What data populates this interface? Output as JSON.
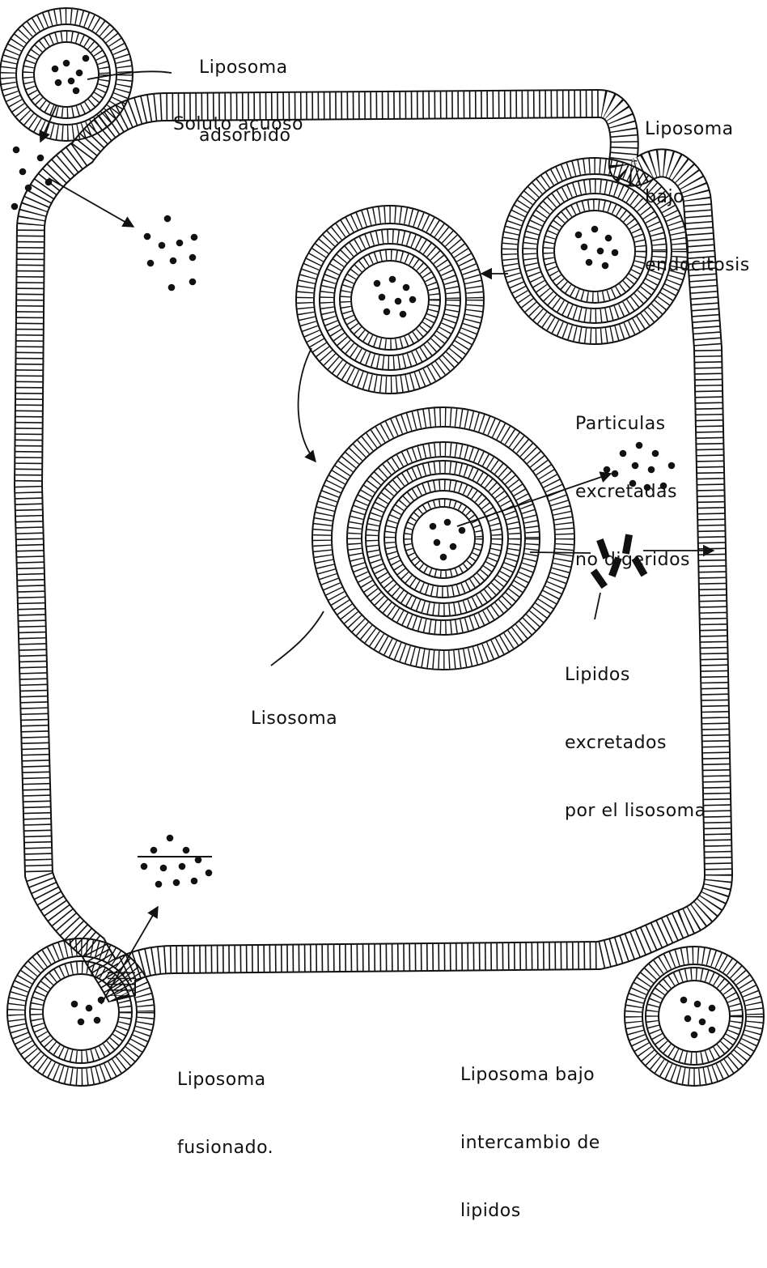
{
  "labels": {
    "liposoma_adsorbido": [
      "Liposoma",
      "adsorbido"
    ],
    "soluto_acuoso": "Soluto acuoso",
    "liposoma_endocitosis": [
      "Liposoma",
      "bajo",
      "endocitosis"
    ],
    "particulas": [
      "Particulas",
      "excretadas",
      "no digeridos"
    ],
    "lisosoma": "Lisosoma",
    "lipidos": [
      "Lipidos",
      "excretados",
      "por el lisosoma"
    ],
    "liposoma_fusionado": [
      "Liposoma",
      "fusionado."
    ],
    "liposoma_intercambio": [
      "Liposoma bajo",
      "intercambio de",
      "lipidos"
    ]
  },
  "colors": {
    "ink": "#111111",
    "background": "#ffffff"
  }
}
